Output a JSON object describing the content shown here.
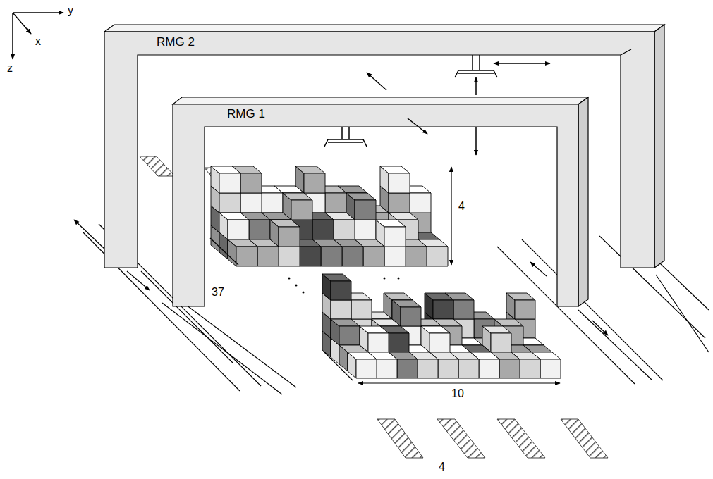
{
  "diagram": {
    "labels": [
      "y",
      "x",
      "z",
      "RMG 2",
      "RMG 1",
      "4",
      "37",
      "10",
      "4"
    ]
  }
}
